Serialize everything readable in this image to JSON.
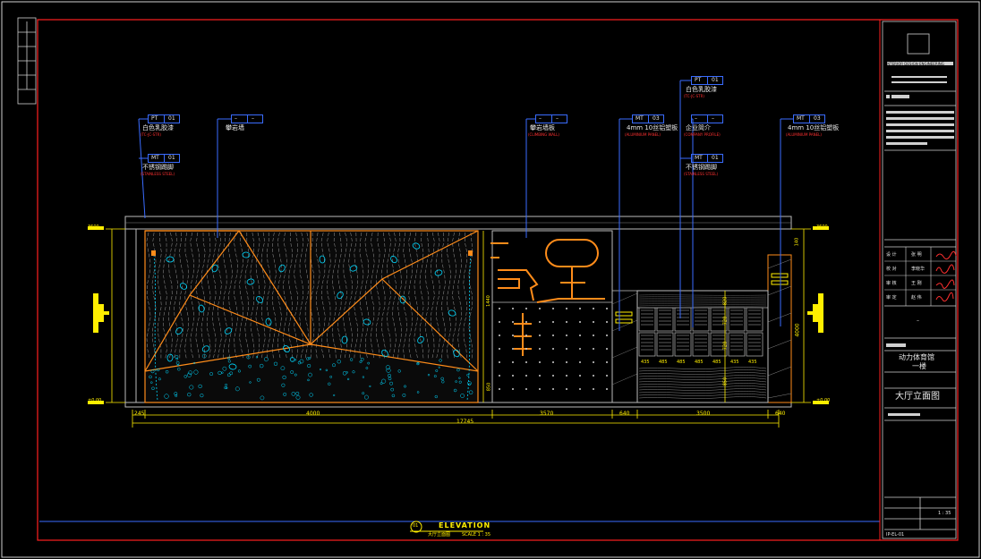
{
  "tags": [
    {
      "code": [
        "PT",
        "01"
      ],
      "label": "白色乳胶漆",
      "sub": "(TC-JC-STR)"
    },
    {
      "code": [
        "MT",
        "01"
      ],
      "label": "不锈钢踢脚",
      "sub": "(STAINLESS STEEL)"
    },
    {
      "code": [
        "–",
        "–"
      ],
      "label": "攀岩墙",
      "sub": ""
    },
    {
      "code": [
        "–",
        "–"
      ],
      "label": "攀岩墙板",
      "sub": "(CLIMBING WALL)"
    },
    {
      "code": [
        "MT",
        "03"
      ],
      "label": "4mm 10丝铝塑板",
      "sub": "(ALUMINIUM PANEL)"
    },
    {
      "code": [
        "PT",
        "01"
      ],
      "label": "白色乳胶漆",
      "sub": "(TC-JC-STR)"
    },
    {
      "code": [
        "–",
        "–"
      ],
      "label": "企业简介",
      "sub": "(COMPANY PROFILE)"
    },
    {
      "code": [
        "MT",
        "01"
      ],
      "label": "不锈钢踢脚",
      "sub": "(STAINLESS STEEL)"
    },
    {
      "code": [
        "MT",
        "03"
      ],
      "label": "4mm 10丝铝塑板",
      "sub": "(ALUMINIUM PANEL)"
    }
  ],
  "dimensions": {
    "bottom_segments": [
      "245",
      "4000",
      "3570",
      "640",
      "3500",
      "640"
    ],
    "total": "17745",
    "cabinet_widths": [
      "435",
      "485",
      "485",
      "485",
      "485",
      "435",
      "435"
    ],
    "left_levels": [
      "3600",
      "±0.00"
    ],
    "right_levels": [
      "3600",
      "±0.00"
    ],
    "vertical_right": "4000",
    "vertical_mid": [
      "1440",
      "850"
    ],
    "cabinet_heights": [
      "820",
      "720",
      "720",
      "850"
    ],
    "top_small": "140"
  },
  "title_block": {
    "company": "INTERIOR DESIGN ENGINEERING",
    "project": "动力体育馆",
    "floor": "一楼",
    "drawing_title": "大厅立面图",
    "scale": "1 : 35",
    "sign_rows": [
      {
        "role": "设 计",
        "name": "张 明"
      },
      {
        "role": "校 对",
        "name": "李晓华"
      },
      {
        "role": "审 核",
        "name": "王 刚"
      },
      {
        "role": "审 定",
        "name": "赵 伟"
      }
    ],
    "sheet_code": "IP-EL-01",
    "dash": "–"
  },
  "elevation": {
    "label": "ELEVATION",
    "number": "01",
    "sub": "大厅立面图",
    "scale_text": "SCALE 1 : 35"
  },
  "colors": {
    "frame_red": "#ff2020",
    "wall_orange": "#ff8c1a",
    "dim_yellow": "#ffee00",
    "leader_blue": "#3a6cff",
    "cyan": "#00d8ff"
  }
}
